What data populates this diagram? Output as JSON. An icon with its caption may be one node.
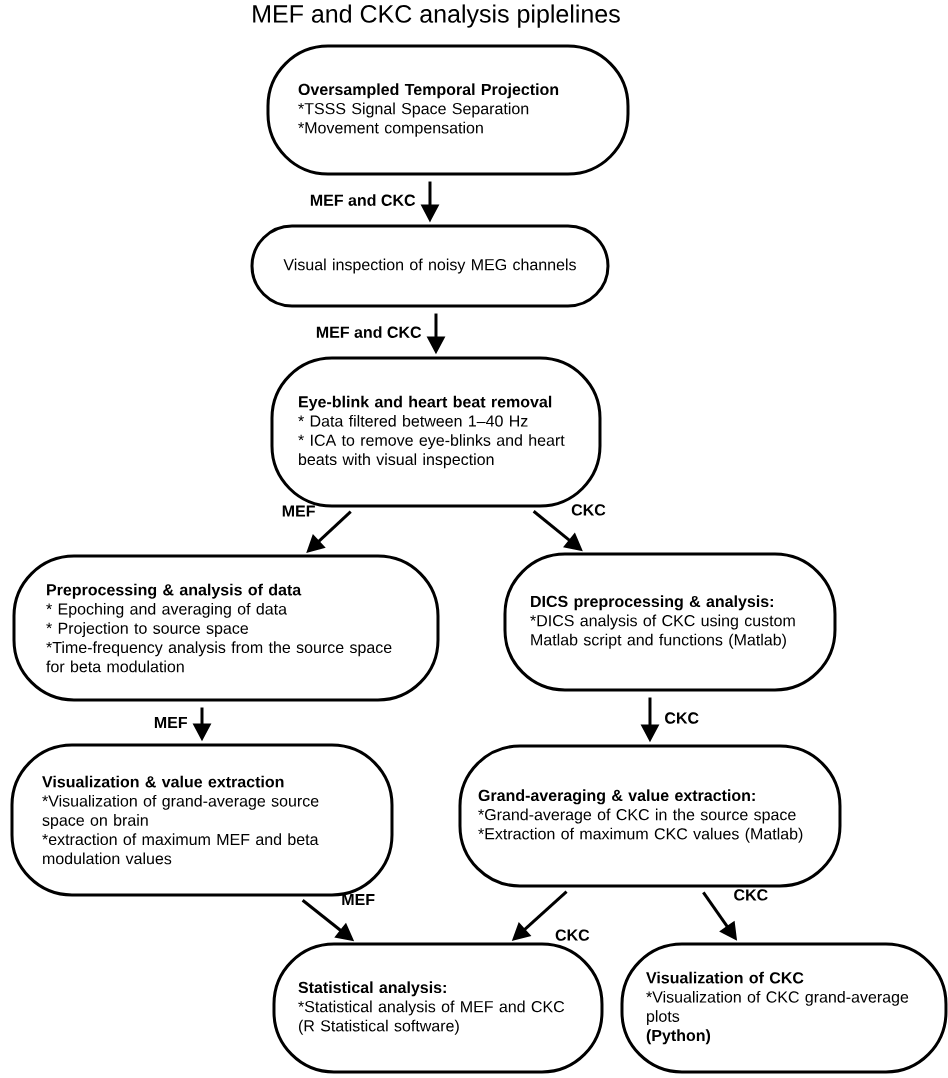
{
  "diagram": {
    "title": "MEF and CKC analysis piplelines",
    "nodes": [
      {
        "text": [
          "Oversampled Temporal Projection",
          "*TSSS Signal Space Separation",
          "*Movement compensation"
        ]
      },
      {
        "text": [
          "Visual inspection of noisy MEG channels"
        ]
      },
      {
        "text": [
          "Eye-blink and heart beat removal",
          "* Data filtered between 1–40 Hz",
          "* ICA to remove eye-blinks and heart beats with visual inspection"
        ]
      },
      {
        "text": [
          "Preprocessing & analysis of data",
          "* Epoching and averaging of data",
          "* Projection to source space",
          "*Time-frequency analysis from the source space for beta modulation"
        ]
      },
      {
        "text": [
          "DICS preprocessing & analysis:",
          "*DICS analysis of CKC using custom Matlab script and functions (Matlab)"
        ]
      },
      {
        "text": [
          "Visualization & value extraction",
          "*Visualization of grand-average source space on brain",
          "*extraction of maximum MEF and beta modulation values"
        ]
      },
      {
        "text": [
          "Grand-averaging & value extraction:",
          "*Grand-average of CKC in the source space",
          "*Extraction of maximum CKC values (Matlab)"
        ]
      },
      {
        "text": [
          "Statistical analysis:",
          "*Statistical analysis of MEF and CKC",
          "(R Statistical software)"
        ]
      },
      {
        "text": [
          "Visualization of CKC",
          "*Visualization of CKC grand-average plots",
          "**(Python)**"
        ]
      }
    ],
    "edges": [
      {
        "from": 0,
        "to": 1,
        "arrow": "to",
        "label": "MEF and CKC"
      },
      {
        "from": 1,
        "to": 2,
        "arrow": "to",
        "label": "MEF and CKC"
      },
      {
        "from": 2,
        "to": 3,
        "arrow": "to",
        "label": "MEF"
      },
      {
        "from": 2,
        "to": 4,
        "arrow": "to",
        "label": "CKC"
      },
      {
        "from": 3,
        "to": 5,
        "arrow": "to",
        "label": "MEF"
      },
      {
        "from": 4,
        "to": 6,
        "arrow": "to",
        "label": "CKC"
      },
      {
        "from": 5,
        "to": 7,
        "arrow": "to",
        "label": "MEF"
      },
      {
        "from": 6,
        "to": 7,
        "arrow": "to",
        "label": "CKC"
      },
      {
        "from": 6,
        "to": 8,
        "arrow": "to",
        "label": "CKC"
      }
    ]
  }
}
